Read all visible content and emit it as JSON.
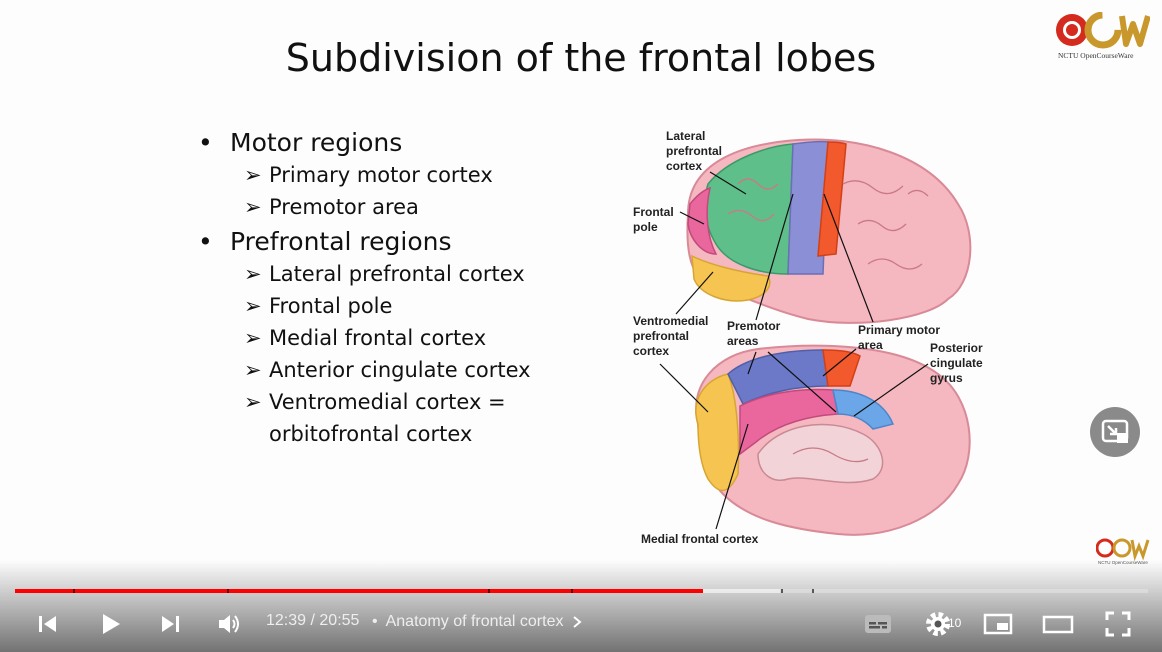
{
  "slide": {
    "title": "Subdivision of the frontal lobes",
    "bullets": [
      {
        "label": "Motor regions",
        "subs": [
          "Primary motor cortex",
          "Premotor area"
        ]
      },
      {
        "label": "Prefrontal regions",
        "subs": [
          "Lateral prefrontal cortex",
          "Frontal pole",
          "Medial frontal cortex",
          "Anterior cingulate cortex",
          "Ventromedial cortex =",
          "orbitofrontal cortex"
        ]
      }
    ],
    "brain_labels": {
      "lateral_1": "Lateral",
      "lateral_2": "prefrontal",
      "lateral_3": "cortex",
      "frontal_1": "Frontal",
      "frontal_2": "pole",
      "ventro_1": "Ventromedial",
      "ventro_2": "prefrontal",
      "ventro_3": "cortex",
      "premotor_1": "Premotor",
      "premotor_2": "areas",
      "primary_1": "Primary motor",
      "primary_2": "area",
      "posterior_1": "Posterior",
      "posterior_2": "cingulate",
      "posterior_3": "gyrus",
      "medial": "Medial frontal cortex"
    },
    "logo_text": "NCTU OpenCourseWare"
  },
  "player": {
    "current_time": "12:39",
    "duration": "20:55",
    "time_separator": " / ",
    "chapter_title": "Anatomy of frontal cortex",
    "progress_played": 0.607,
    "progress_loaded": 0.675,
    "settings_badge": "10",
    "colors": {
      "progress": "#ff0000"
    },
    "icons": [
      "previous-icon",
      "play-icon",
      "next-icon",
      "volume-icon",
      "subtitles-icon",
      "settings-icon",
      "miniplayer-icon",
      "theater-icon",
      "fullscreen-icon",
      "exit-pip-icon"
    ]
  }
}
